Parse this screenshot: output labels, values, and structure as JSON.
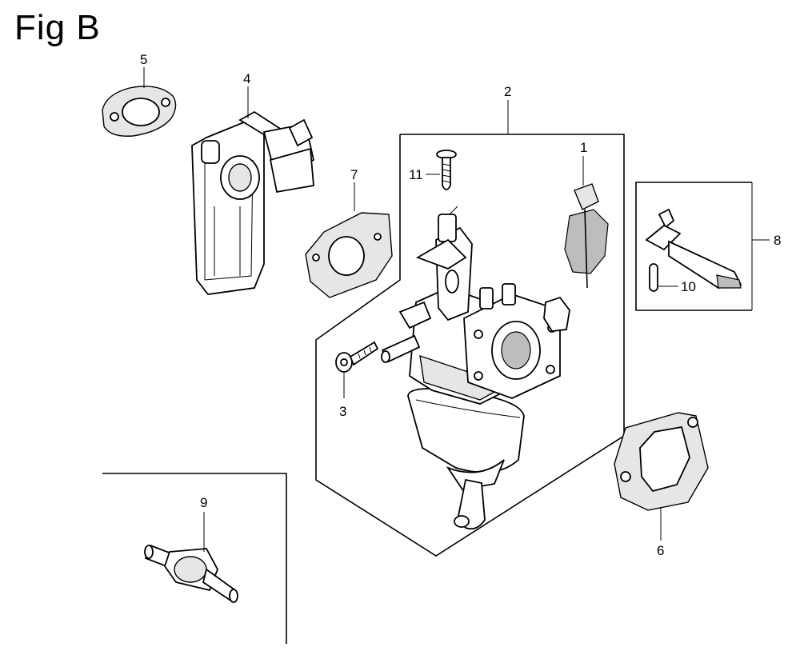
{
  "figure": {
    "title": "Fig B"
  },
  "callouts": {
    "c1": "1",
    "c2": "2",
    "c3": "3",
    "c4": "4",
    "c5": "5",
    "c6": "6",
    "c7": "7",
    "c8": "8",
    "c9": "9",
    "c10": "10",
    "c11": "11"
  }
}
